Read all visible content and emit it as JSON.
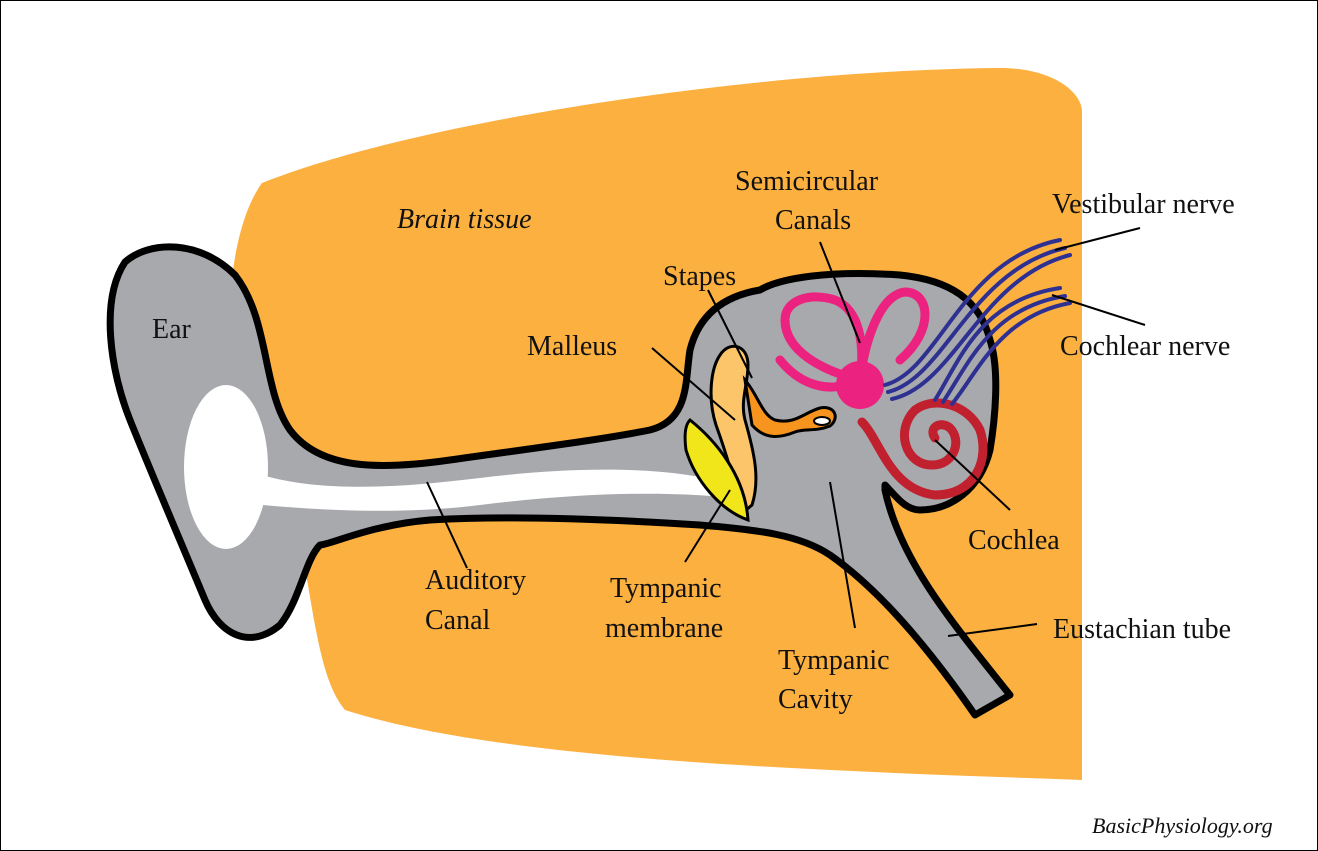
{
  "diagram": {
    "title": "Anatomy of the ear",
    "colors": {
      "brain": "#FBB040",
      "tissue": "#A7A9AC",
      "outline": "#000000",
      "canal": "#FFFFFF",
      "tympanic_membrane": "#F0E619",
      "malleus": "#FCC56A",
      "stapes": "#F7941D",
      "semicircular_canals": "#EC2280",
      "cochlea": "#C1202F",
      "nerves": "#2E3192"
    },
    "labels": {
      "brain_tissue": "Brain tissue",
      "ear": "Ear",
      "semicircular_1": "Semicircular",
      "semicircular_2": "Canals",
      "vestibular_nerve": "Vestibular nerve",
      "cochlear_nerve": "Cochlear nerve",
      "stapes": "Stapes",
      "malleus": "Malleus",
      "cochlea": "Cochlea",
      "auditory_1": "Auditory",
      "auditory_2": "Canal",
      "tympanic_membrane_1": "Tympanic",
      "tympanic_membrane_2": "membrane",
      "tympanic_cavity_1": "Tympanic",
      "tympanic_cavity_2": "Cavity",
      "eustachian_tube": "Eustachian tube"
    },
    "credit": "BasicPhysiology.org"
  }
}
